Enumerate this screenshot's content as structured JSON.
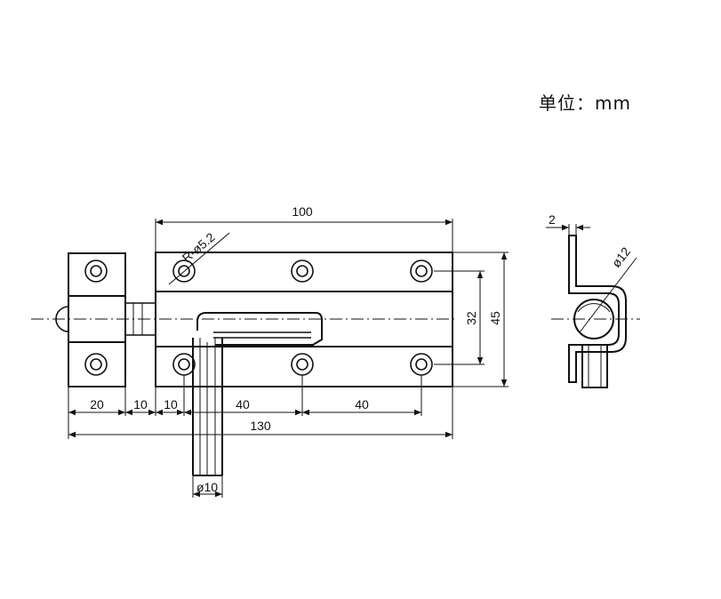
{
  "unit_label": "单位：mm",
  "dimensions": {
    "width_total": "130",
    "width_plate": "100",
    "height_total": "45",
    "hole_spacing_vertical": "32",
    "seg_20": "20",
    "seg_10a": "10",
    "seg_10b": "10",
    "seg_40a": "40",
    "seg_40b": "40",
    "hole_radius": "R-ø5.2",
    "pin_diameter": "ø10",
    "side_thickness": "2",
    "side_diameter": "ø12"
  }
}
